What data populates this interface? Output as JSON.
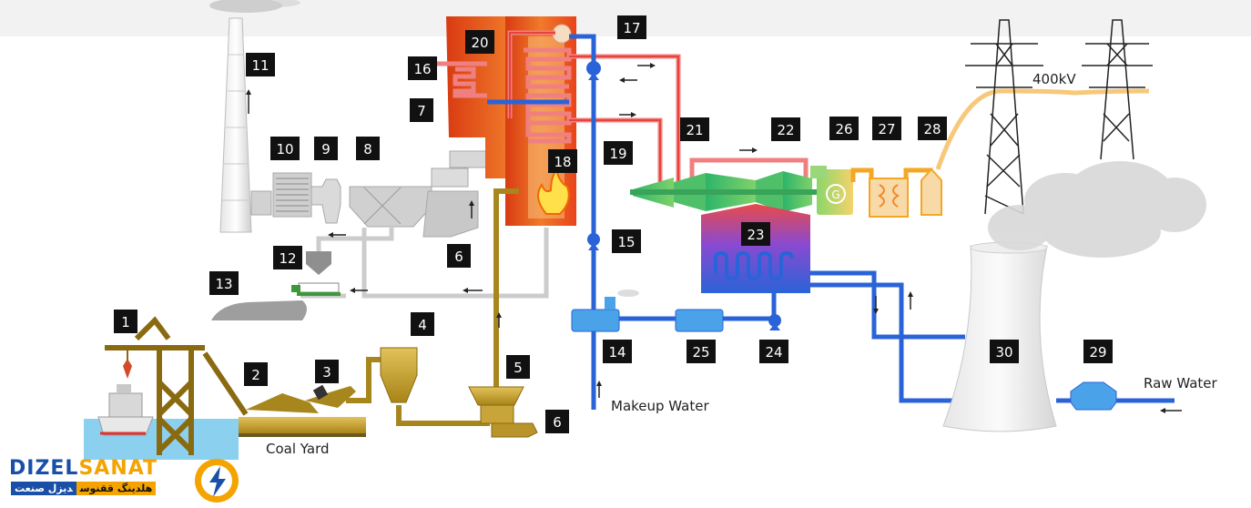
{
  "labels": {
    "n1": "1",
    "n2": "2",
    "n3": "3",
    "n4": "4",
    "n5": "5",
    "n6a": "6",
    "n6b": "6",
    "n7": "7",
    "n8": "8",
    "n9": "9",
    "n10": "10",
    "n11": "11",
    "n12": "12",
    "n13": "13",
    "n14": "14",
    "n15": "15",
    "n16": "16",
    "n17": "17",
    "n18": "18",
    "n19": "19",
    "n20": "20",
    "n21": "21",
    "n22": "22",
    "n23": "23",
    "n24": "24",
    "n25": "25",
    "n26": "26",
    "n27": "27",
    "n28": "28",
    "n29": "29",
    "n30": "30",
    "coal_yard": "Coal Yard",
    "makeup_water": "Makeup Water",
    "raw_water": "Raw Water",
    "voltage": "400kV",
    "generator_symbol": "G"
  },
  "logo": {
    "brand_part1": "DIZEL",
    "brand_part2": "SANAT",
    "subtitle_part1": "هلدینگ ققنوس",
    "subtitle_part2": "دیزل صنعت"
  },
  "colors": {
    "steam_red": "#e8433a",
    "water_blue": "#2a63d8",
    "coal_brown": "#9a7a1a",
    "flue_gray": "#c8c8c8",
    "power_orange": "#f5a623"
  }
}
